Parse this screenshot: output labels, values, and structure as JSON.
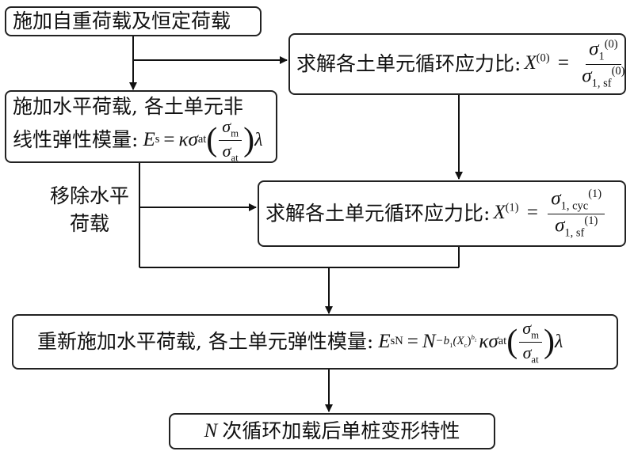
{
  "boxes": {
    "b1": "施加自重荷载及恒定荷载",
    "b2": "求解各土单元循环应力比:",
    "b3_line1": "施加水平荷载, 各土单元非",
    "b3_line2": "线性弹性模量:",
    "b4": "求解各土单元循环应力比:",
    "b5": "重新施加水平荷载, 各土单元弹性模量:",
    "b6": "次循环加载后单桩变形特性"
  },
  "labels": {
    "remove_line1": "移除水平",
    "remove_line2": "荷载"
  },
  "math": {
    "X": "X",
    "sup0": "(0)",
    "sup1": "(1)",
    "sigma": "σ",
    "sub1": "1",
    "sub1sf": "1, sf",
    "sub1cyc": "1, cyc",
    "Es": "E",
    "s": "s",
    "sN": "sN",
    "kappa": "κ",
    "at": "at",
    "m": "m",
    "lambda": "λ",
    "N": "N",
    "neg_b1": "−b",
    "b_sub1": "1",
    "Xc": "(X",
    "c": "c",
    "close_b2": ")",
    "b2": "b",
    "two": "2",
    "eq": "="
  }
}
